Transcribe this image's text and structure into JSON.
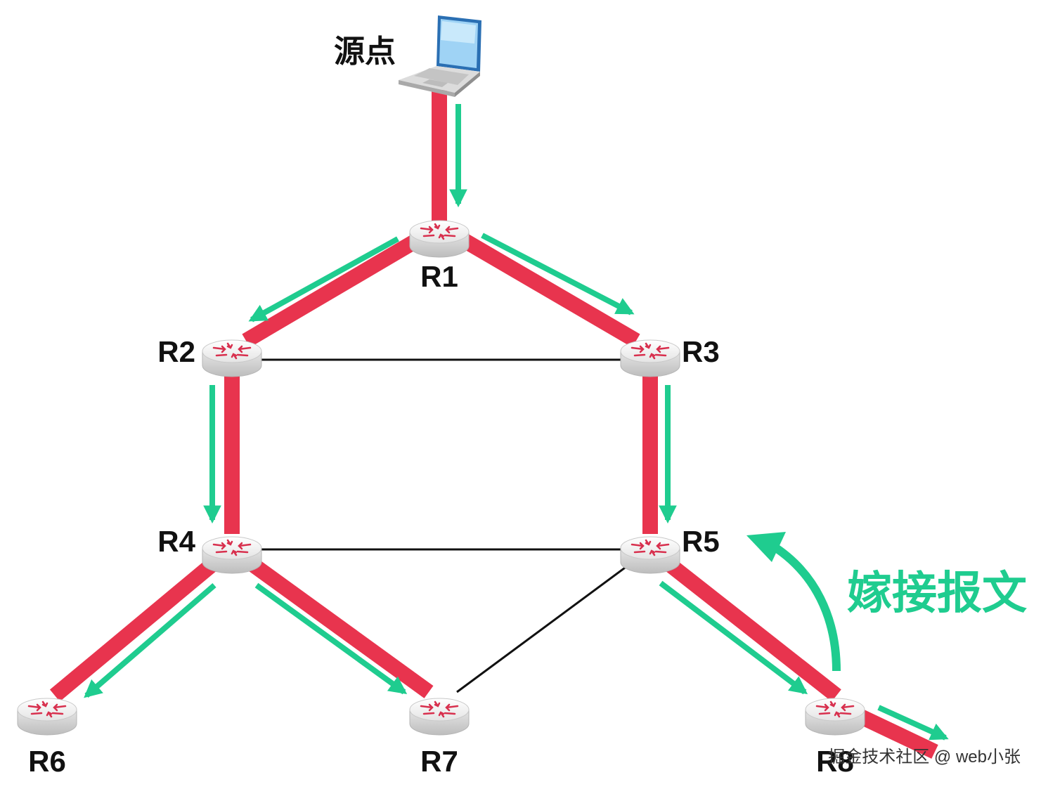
{
  "source": {
    "label": "源点",
    "icon": "laptop-icon"
  },
  "routers": [
    {
      "id": "R1",
      "label": "R1"
    },
    {
      "id": "R2",
      "label": "R2"
    },
    {
      "id": "R3",
      "label": "R3"
    },
    {
      "id": "R4",
      "label": "R4"
    },
    {
      "id": "R5",
      "label": "R5"
    },
    {
      "id": "R6",
      "label": "R6"
    },
    {
      "id": "R7",
      "label": "R7"
    },
    {
      "id": "R8",
      "label": "R8"
    }
  ],
  "links": [
    {
      "from": "src",
      "to": "R1",
      "tree": true
    },
    {
      "from": "R1",
      "to": "R2",
      "tree": true
    },
    {
      "from": "R1",
      "to": "R3",
      "tree": true
    },
    {
      "from": "R2",
      "to": "R3",
      "tree": false
    },
    {
      "from": "R2",
      "to": "R4",
      "tree": true
    },
    {
      "from": "R3",
      "to": "R5",
      "tree": true
    },
    {
      "from": "R4",
      "to": "R5",
      "tree": false
    },
    {
      "from": "R4",
      "to": "R6",
      "tree": true
    },
    {
      "from": "R4",
      "to": "R7",
      "tree": true
    },
    {
      "from": "R5",
      "to": "R7",
      "tree": false
    },
    {
      "from": "R5",
      "to": "R8",
      "tree": true
    }
  ],
  "graft": {
    "label": "嫁接报文"
  },
  "watermark": {
    "text": "掘金技术社区 @ web小张"
  },
  "colors": {
    "tree_link": "#e8344e",
    "flow_arrow": "#1fcc8f",
    "plain_link": "#111111",
    "router_top": "#f2f2f2",
    "router_side": "#d9d9d9",
    "router_mark": "#d8304e"
  }
}
